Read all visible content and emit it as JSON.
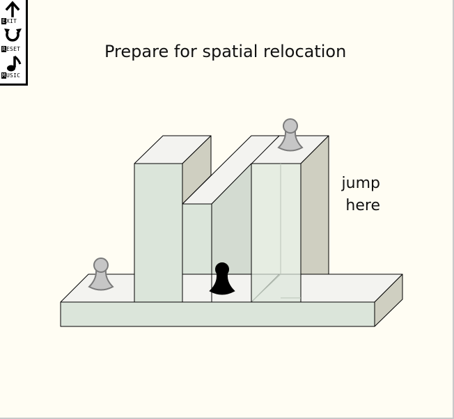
{
  "title": "Prepare for spatial relocation",
  "hint": "jump\nhere",
  "menu": {
    "exit": {
      "cap": "E",
      "rest": "XIT",
      "icon": "arrow-up-icon"
    },
    "reset": {
      "cap": "R",
      "rest": "ESET",
      "icon": "reset-icon"
    },
    "music": {
      "cap": "M",
      "rest": "USIC",
      "icon": "music-note-icon"
    }
  },
  "colors": {
    "background": "#fffdf3",
    "block_front": "#dbe5da",
    "block_top": "#f3f3f0",
    "block_side": "#cfcfc1",
    "piece_grey": "#c6c6c6",
    "piece_player": "#000000"
  },
  "pieces": [
    {
      "id": "left-pawn",
      "color": "grey"
    },
    {
      "id": "top-pawn",
      "color": "grey"
    },
    {
      "id": "player-pawn",
      "color": "black"
    }
  ]
}
